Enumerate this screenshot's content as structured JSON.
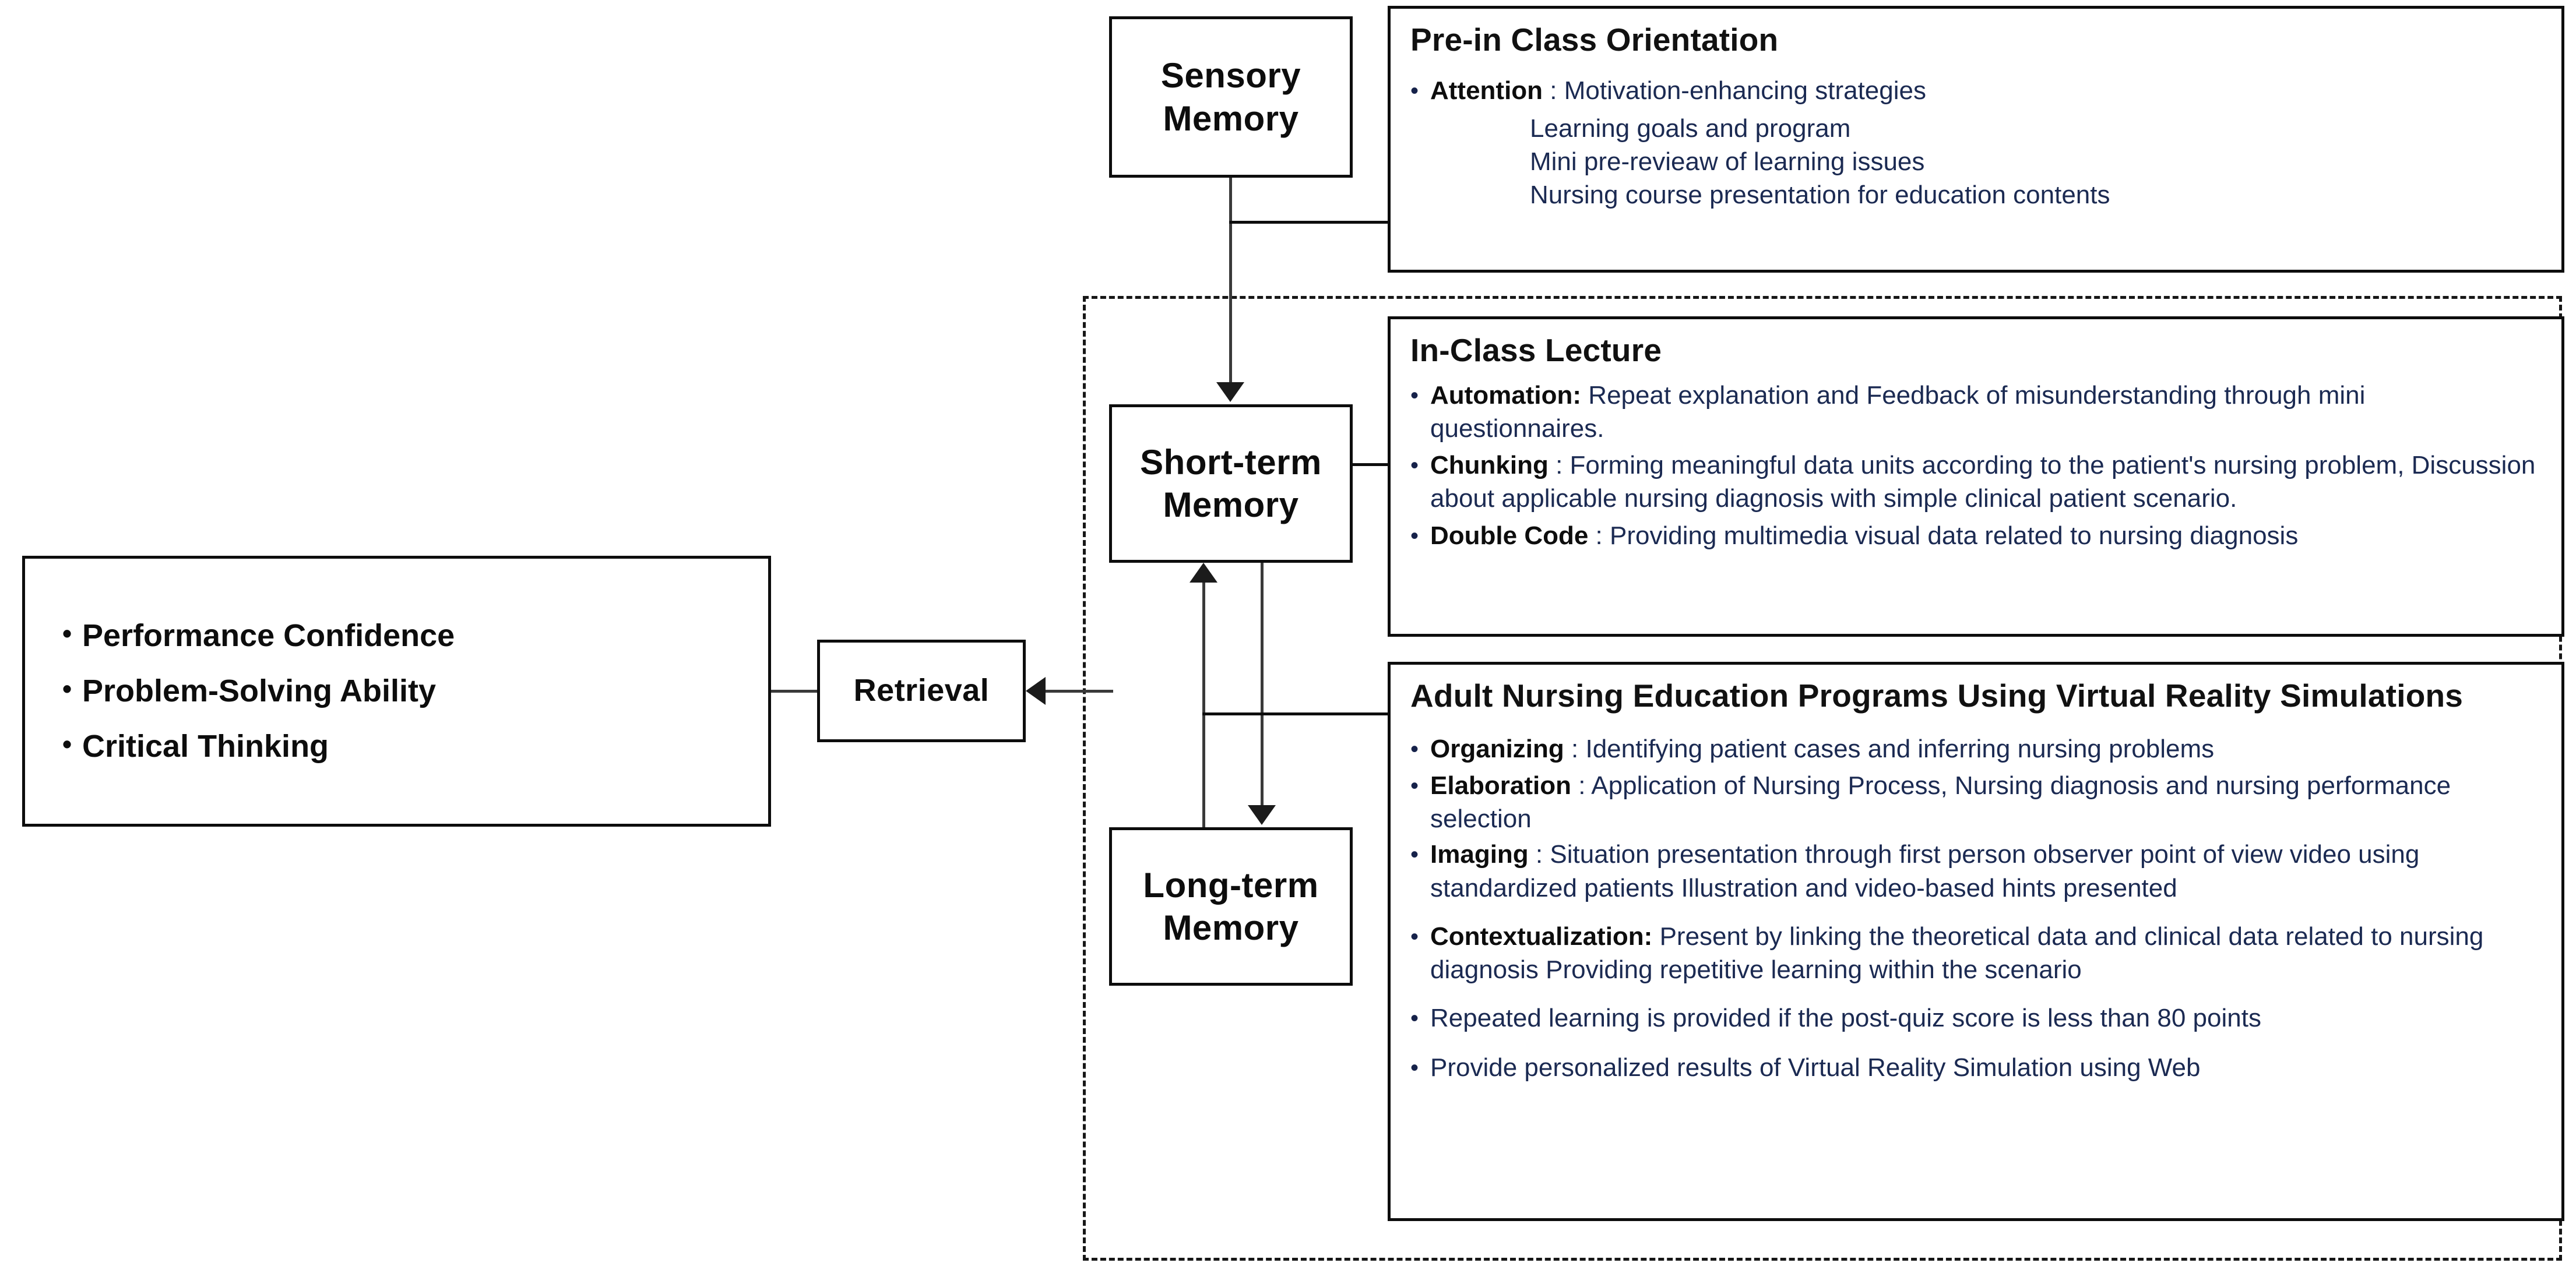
{
  "diagram": {
    "title": "Memory-process based nursing education program flow",
    "colors": {
      "stroke": "#0d0d0d",
      "body_text": "#1b2a52",
      "heading_text": "#111111",
      "connector": "#3a3a3a",
      "background": "#ffffff"
    },
    "bullet_glyph": "•"
  },
  "memory_nodes": {
    "sensory": {
      "line1": "Sensory",
      "line2": "Memory"
    },
    "short_term": {
      "line1": "Short-term",
      "line2": "Memory"
    },
    "long_term": {
      "line1": "Long-term",
      "line2": "Memory"
    },
    "retrieval": {
      "line1": "Retrieval"
    }
  },
  "outcomes": {
    "items": [
      "Performance Confidence",
      "Problem-Solving Ability",
      "Critical Thinking"
    ]
  },
  "panels": {
    "pre_in_class": {
      "heading": "Pre-in Class Orientation",
      "bullets": [
        {
          "label": "Attention",
          "separator": " : ",
          "text": "Motivation-enhancing strategies"
        }
      ],
      "sublines": [
        "Learning goals and program",
        "Mini pre-revieaw of learning issues",
        "Nursing course presentation for education contents"
      ]
    },
    "in_class_lecture": {
      "heading": "In-Class Lecture",
      "bullets": [
        {
          "label": "Automation:",
          "separator": " ",
          "text": "Repeat explanation and Feedback of misunderstanding through mini questionnaires."
        },
        {
          "label": "Chunking",
          "separator": " : ",
          "text": "Forming meaningful data units according to the patient's nursing problem, Discussion about applicable nursing diagnosis with simple clinical patient scenario."
        },
        {
          "label": "Double Code",
          "separator": " : ",
          "text": "Providing multimedia visual data related to nursing diagnosis"
        }
      ]
    },
    "vr_programs": {
      "heading": "Adult Nursing Education Programs Using Virtual Reality Simulations",
      "bullets": [
        {
          "label": "Organizing",
          "separator": " : ",
          "text": "Identifying patient cases and inferring nursing problems"
        },
        {
          "label": "Elaboration",
          "separator": " : ",
          "text": "Application of Nursing Process, Nursing diagnosis and nursing performance selection"
        },
        {
          "label": "Imaging",
          "separator": " : ",
          "text": "Situation presentation through first person observer point of view video using standardized patients Illustration and video-based hints presented"
        },
        {
          "label": "Contextualization:",
          "separator": " ",
          "text": "Present by linking the theoretical data and clinical data related to nursing diagnosis Providing repetitive learning within the scenario"
        },
        {
          "label": "",
          "separator": "",
          "text": "Repeated learning is provided if the post-quiz score is less than 80 points"
        },
        {
          "label": "",
          "separator": "",
          "text": "Provide personalized results of Virtual Reality Simulation using Web"
        }
      ]
    }
  }
}
